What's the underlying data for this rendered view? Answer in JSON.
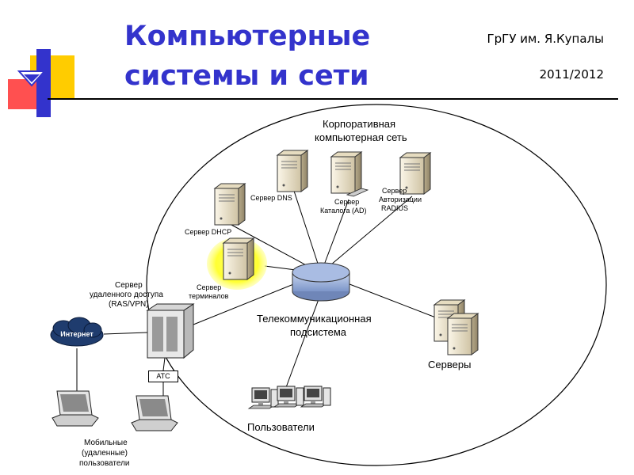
{
  "header": {
    "title_line1": "Компьютерные",
    "title_line2": "системы и сети",
    "organization": "ГрГУ им. Я.Купалы",
    "year": "2011/2012"
  },
  "diagram": {
    "corporate_network": [
      "Корпоративная",
      "компьютерная сеть"
    ],
    "server_dns": "Сервер DNS",
    "server_catalog": [
      "Сервер",
      "Каталога (AD)"
    ],
    "server_auth": [
      "Сервер",
      "Авторизации",
      "RADIUS"
    ],
    "server_dhcp": "Сервер DHCP",
    "server_terminals": [
      "Сервер",
      "терминалов"
    ],
    "remote_access_server": [
      "Сервер",
      "удаленного доступа",
      "(RAS/VPN)"
    ],
    "internet": "Интернет",
    "atc": "АТС",
    "telecom": [
      "Телекоммуникационная",
      "подсистема"
    ],
    "servers": "Серверы",
    "users": "Пользователи",
    "mobile_users": [
      "Мобильные",
      "(удаленные)",
      "пользователи"
    ]
  },
  "colors": {
    "title": "#3333cc",
    "highlight": "#ffff33",
    "hub": "#8fa8d8",
    "server_body": "#efe6cf"
  }
}
